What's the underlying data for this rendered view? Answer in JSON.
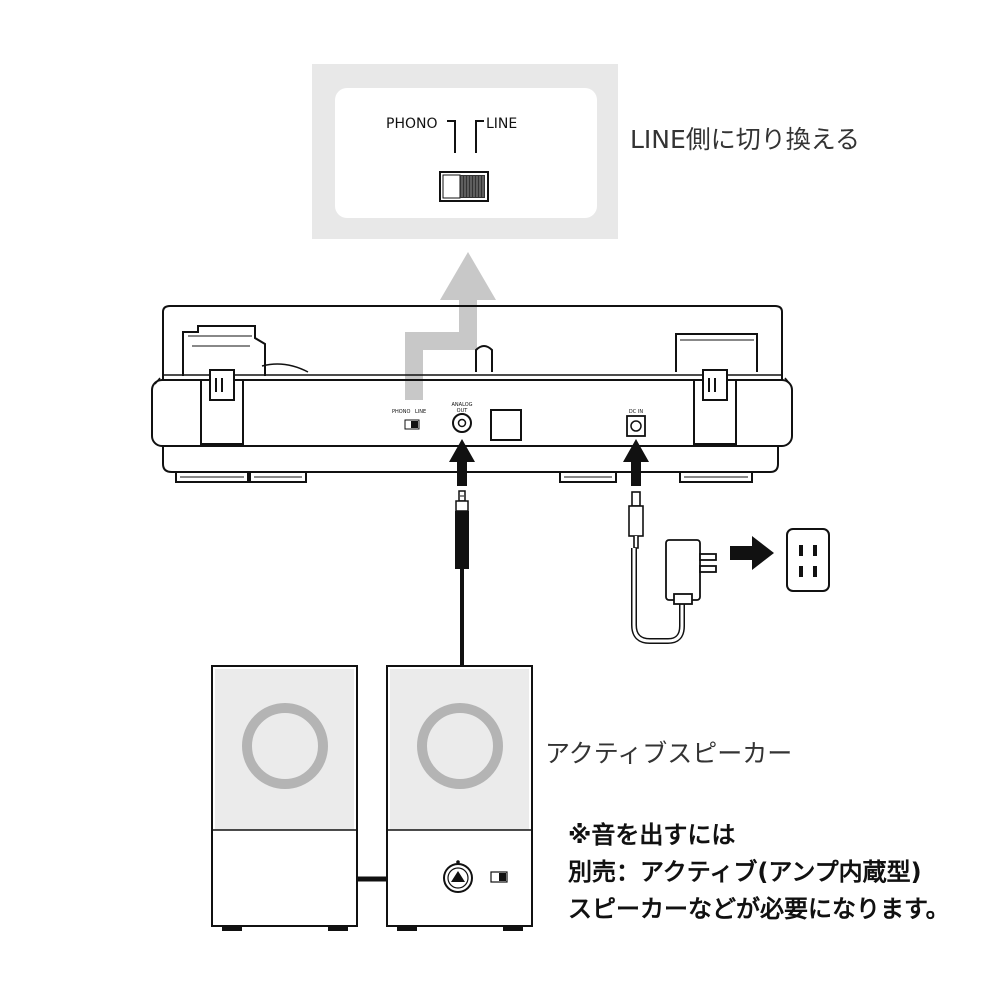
{
  "switch_panel": {
    "phono_label": "PHONO",
    "line_label": "LINE"
  },
  "callout": {
    "line_switch_text": "LINE側に切り換える"
  },
  "turntable_rear": {
    "switch_phono_label": "PHONO",
    "switch_line_label": "LINE",
    "analog_out_label_line1": "ANALOG",
    "analog_out_label_line2": "OUT",
    "dc_in_label": "DC IN"
  },
  "speaker": {
    "label": "アクティブスピーカー"
  },
  "note": {
    "line1": "※音を出すには",
    "line2": "別売：アクティブ(アンプ内蔵型)",
    "line3": "スピーカーなどが必要になります。"
  },
  "colors": {
    "callout_gray": "#e8e8e8",
    "arrow_gray": "#c8c8c8",
    "speaker_ring": "#b4b4b4",
    "line": "#111111",
    "arrow_black": "#111111"
  },
  "icons": {
    "power_outlet": "wall-outlet-icon",
    "ac_adapter": "ac-adapter-icon",
    "plug": "mini-plug-icon"
  }
}
